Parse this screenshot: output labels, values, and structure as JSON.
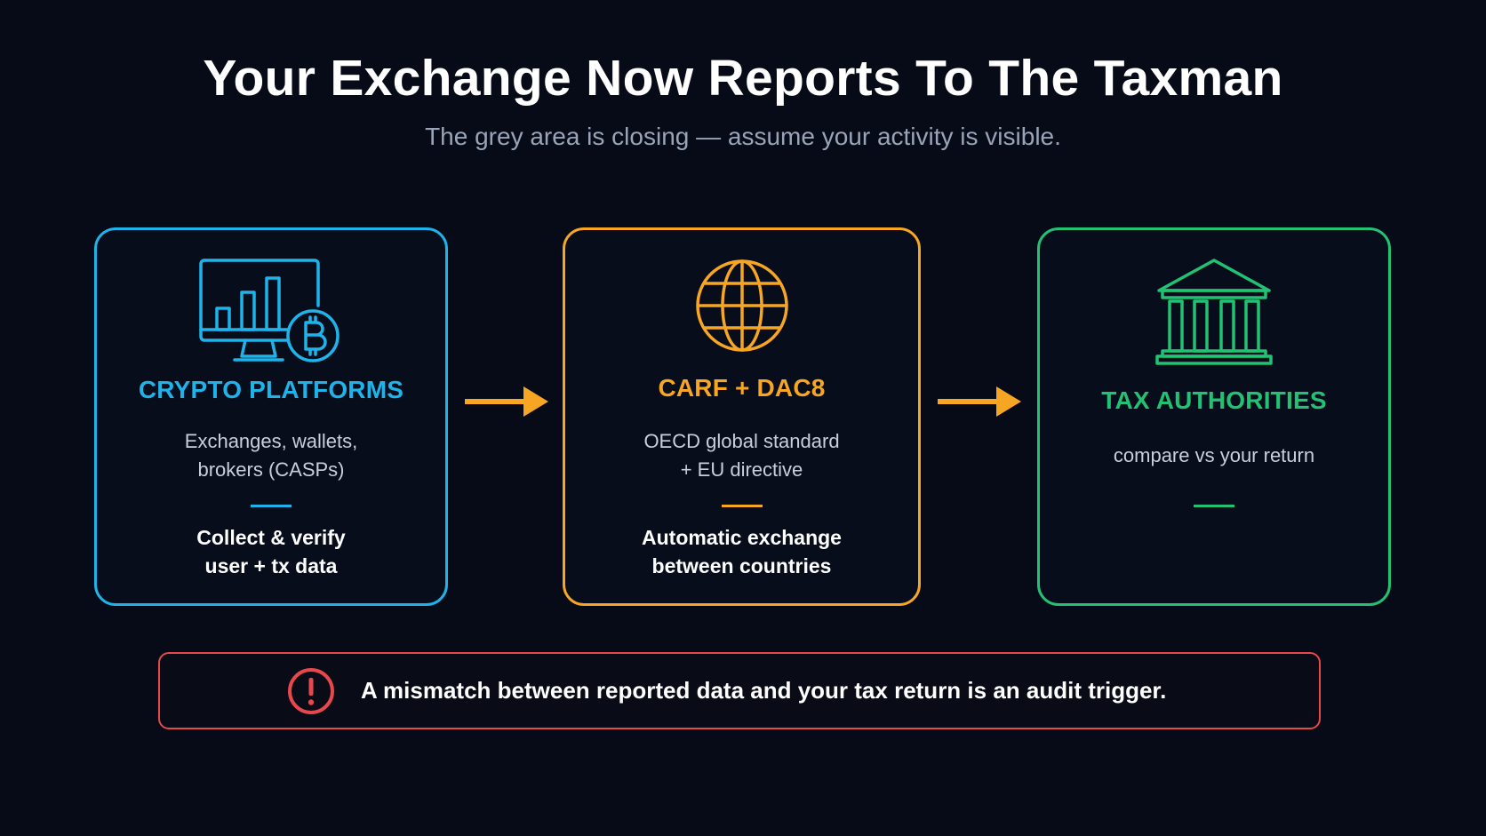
{
  "header": {
    "title": "Your Exchange Now Reports To The Taxman",
    "subtitle": "The grey area is closing — assume your activity is visible."
  },
  "cards": [
    {
      "heading": "CRYPTO PLATFORMS",
      "desc_lines": [
        "Exchanges, wallets,",
        "brokers (CASPs)"
      ],
      "action_lines": [
        "Collect & verify",
        "user + tx data"
      ],
      "icon": "monitor-bitcoin-icon",
      "color": "#1fb3ea"
    },
    {
      "heading": "CARF + DAC8",
      "desc_lines": [
        "OECD global standard",
        "+ EU directive"
      ],
      "action_lines": [
        "Automatic exchange",
        "between countries"
      ],
      "icon": "globe-icon",
      "color": "#f6a623"
    },
    {
      "heading": "TAX AUTHORITIES",
      "desc_lines": [
        "compare vs your return"
      ],
      "icon": "bank-building-icon",
      "color": "#22c173"
    }
  ],
  "arrows": {
    "icon": "arrow-right-icon",
    "color": "#f6a623"
  },
  "alert": {
    "text": "A mismatch between reported data and your tax return is an audit trigger.",
    "icon": "exclamation-circle-icon",
    "color": "#e8474c"
  }
}
